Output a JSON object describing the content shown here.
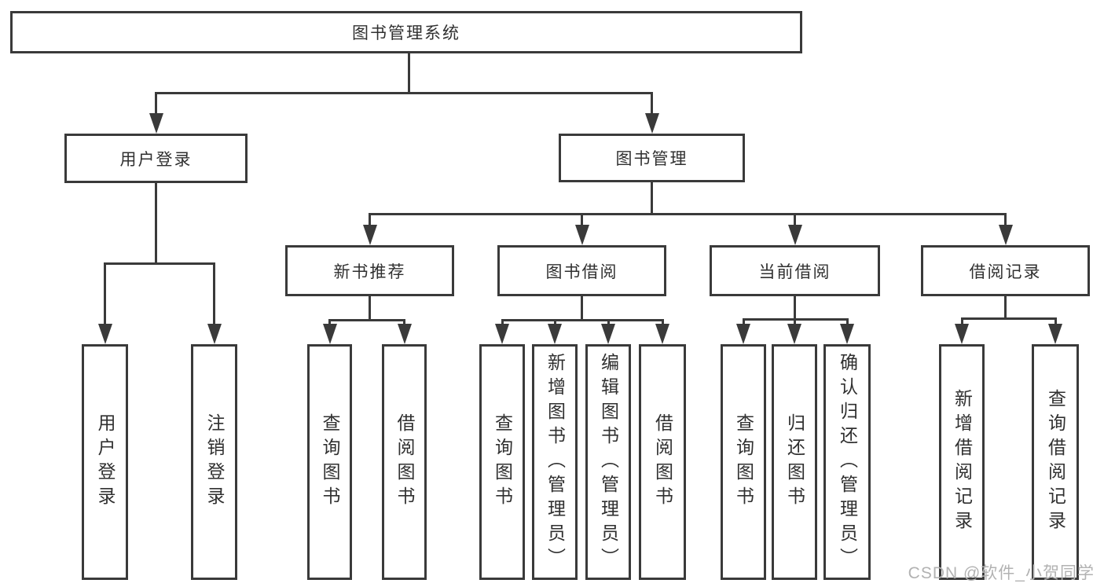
{
  "diagram": {
    "nodes": [
      {
        "id": "root",
        "label": "图书管理系统"
      },
      {
        "id": "user-login",
        "label": "用户登录"
      },
      {
        "id": "book-mgmt",
        "label": "图书管理"
      },
      {
        "id": "new-books",
        "label": "新书推荐"
      },
      {
        "id": "book-borrow",
        "label": "图书借阅"
      },
      {
        "id": "current-borrow",
        "label": "当前借阅"
      },
      {
        "id": "borrow-records",
        "label": "借阅记录"
      },
      {
        "id": "login",
        "label": "用户登录"
      },
      {
        "id": "logout",
        "label": "注销登录"
      },
      {
        "id": "nb-query",
        "label": "查询图书"
      },
      {
        "id": "nb-borrow",
        "label": "借阅图书"
      },
      {
        "id": "bb-query",
        "label": "查询图书"
      },
      {
        "id": "bb-add",
        "label": "新增图书（管理员）"
      },
      {
        "id": "bb-edit",
        "label": "编辑图书（管理员）"
      },
      {
        "id": "bb-borrow",
        "label": "借阅图书"
      },
      {
        "id": "cb-query",
        "label": "查询图书"
      },
      {
        "id": "cb-return",
        "label": "归还图书"
      },
      {
        "id": "cb-confirm",
        "label": "确认归还（管理员）"
      },
      {
        "id": "br-add",
        "label": "新增借阅记录"
      },
      {
        "id": "br-query",
        "label": "查询借阅记录"
      }
    ],
    "edges": [
      {
        "parent": "root",
        "children": [
          "user-login",
          "book-mgmt"
        ]
      },
      {
        "parent": "user-login",
        "children": [
          "login",
          "logout"
        ]
      },
      {
        "parent": "book-mgmt",
        "children": [
          "new-books",
          "book-borrow",
          "current-borrow",
          "borrow-records"
        ]
      },
      {
        "parent": "new-books",
        "children": [
          "nb-query",
          "nb-borrow"
        ]
      },
      {
        "parent": "book-borrow",
        "children": [
          "bb-query",
          "bb-add",
          "bb-edit",
          "bb-borrow"
        ]
      },
      {
        "parent": "current-borrow",
        "children": [
          "cb-query",
          "cb-return",
          "cb-confirm"
        ]
      },
      {
        "parent": "borrow-records",
        "children": [
          "br-add",
          "br-query"
        ]
      }
    ],
    "watermark": "CSDN @软件_小贺同学",
    "colors": {
      "line": "#3a3a3a",
      "text": "#303030",
      "watermark": "#b2b2b2",
      "background": "#ffffff"
    }
  }
}
